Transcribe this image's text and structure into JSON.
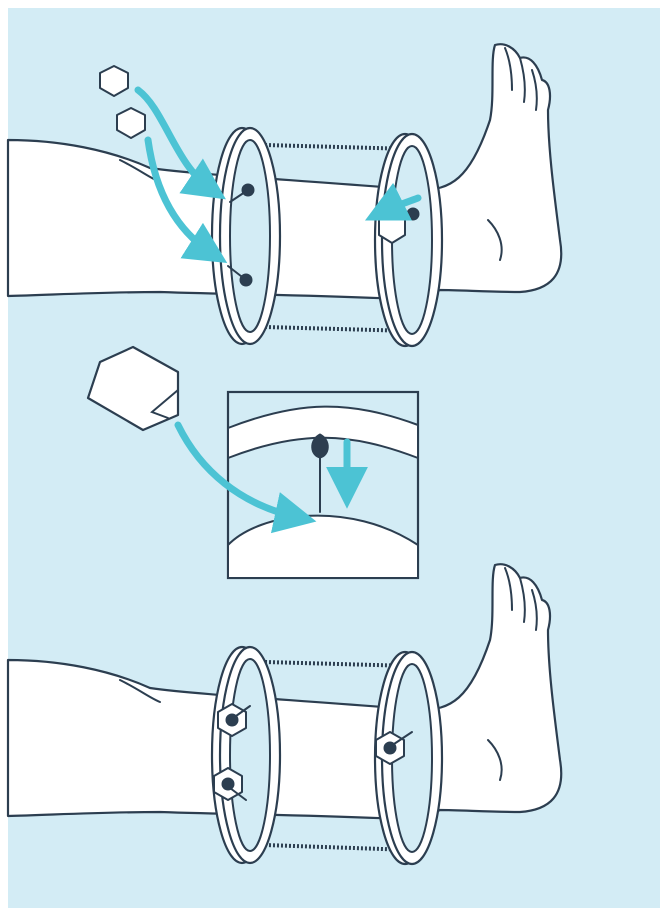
{
  "colors": {
    "background": "#d3ecf5",
    "outline": "#2c3e50",
    "fill": "#ffffff",
    "accent_arrow": "#4cc3d4",
    "pin": "#2c3e50"
  },
  "panels": [
    {
      "name": "step-insert-pins",
      "description_icons": [
        "hex-nut-icon",
        "hex-nut-icon",
        "arrow-icon",
        "arrow-icon",
        "arrow-icon"
      ]
    },
    {
      "name": "step-detail-zoom",
      "description_icons": [
        "hex-nut-icon",
        "arrow-icon",
        "arrow-icon"
      ]
    },
    {
      "name": "step-fixed-frame",
      "description_icons": [
        "hex-nut-icon",
        "hex-nut-icon",
        "hex-nut-icon"
      ]
    }
  ]
}
